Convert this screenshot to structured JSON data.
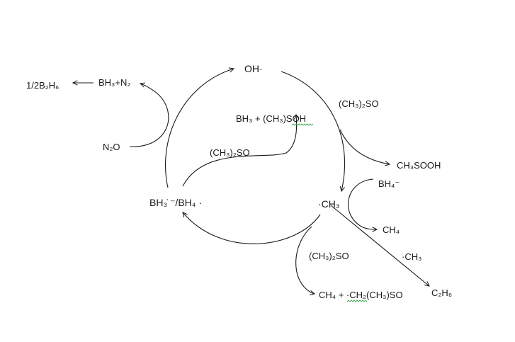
{
  "labels": {
    "oh_radical": "OH·",
    "dmso_top_right": "(CH₃)₂SO",
    "bh3_dmso_oh": "BH₃  +  (CH₃)SOH",
    "dmso_middle": "(CH₃)₂SO",
    "bh3_n2": "BH₃+N₂",
    "half_b2h6": "1/2B₂H₆",
    "n2o": "N₂O",
    "ch3sooh": "CH₃SOOH",
    "bh4_minus": "BH₄⁻",
    "methyl_radical": "·CH₃",
    "ch4_right": "CH₄",
    "borane_radicals": "BH₃̇ ⁻/BH₄ ·",
    "dmso_bottom": "(CH₃)₂SO",
    "methyl_radical_2": "·CH₃",
    "c2h6": "C₂H₆",
    "ch4_ch2_dmso": "CH₄ + ·CH₂(CH₃)SO"
  }
}
